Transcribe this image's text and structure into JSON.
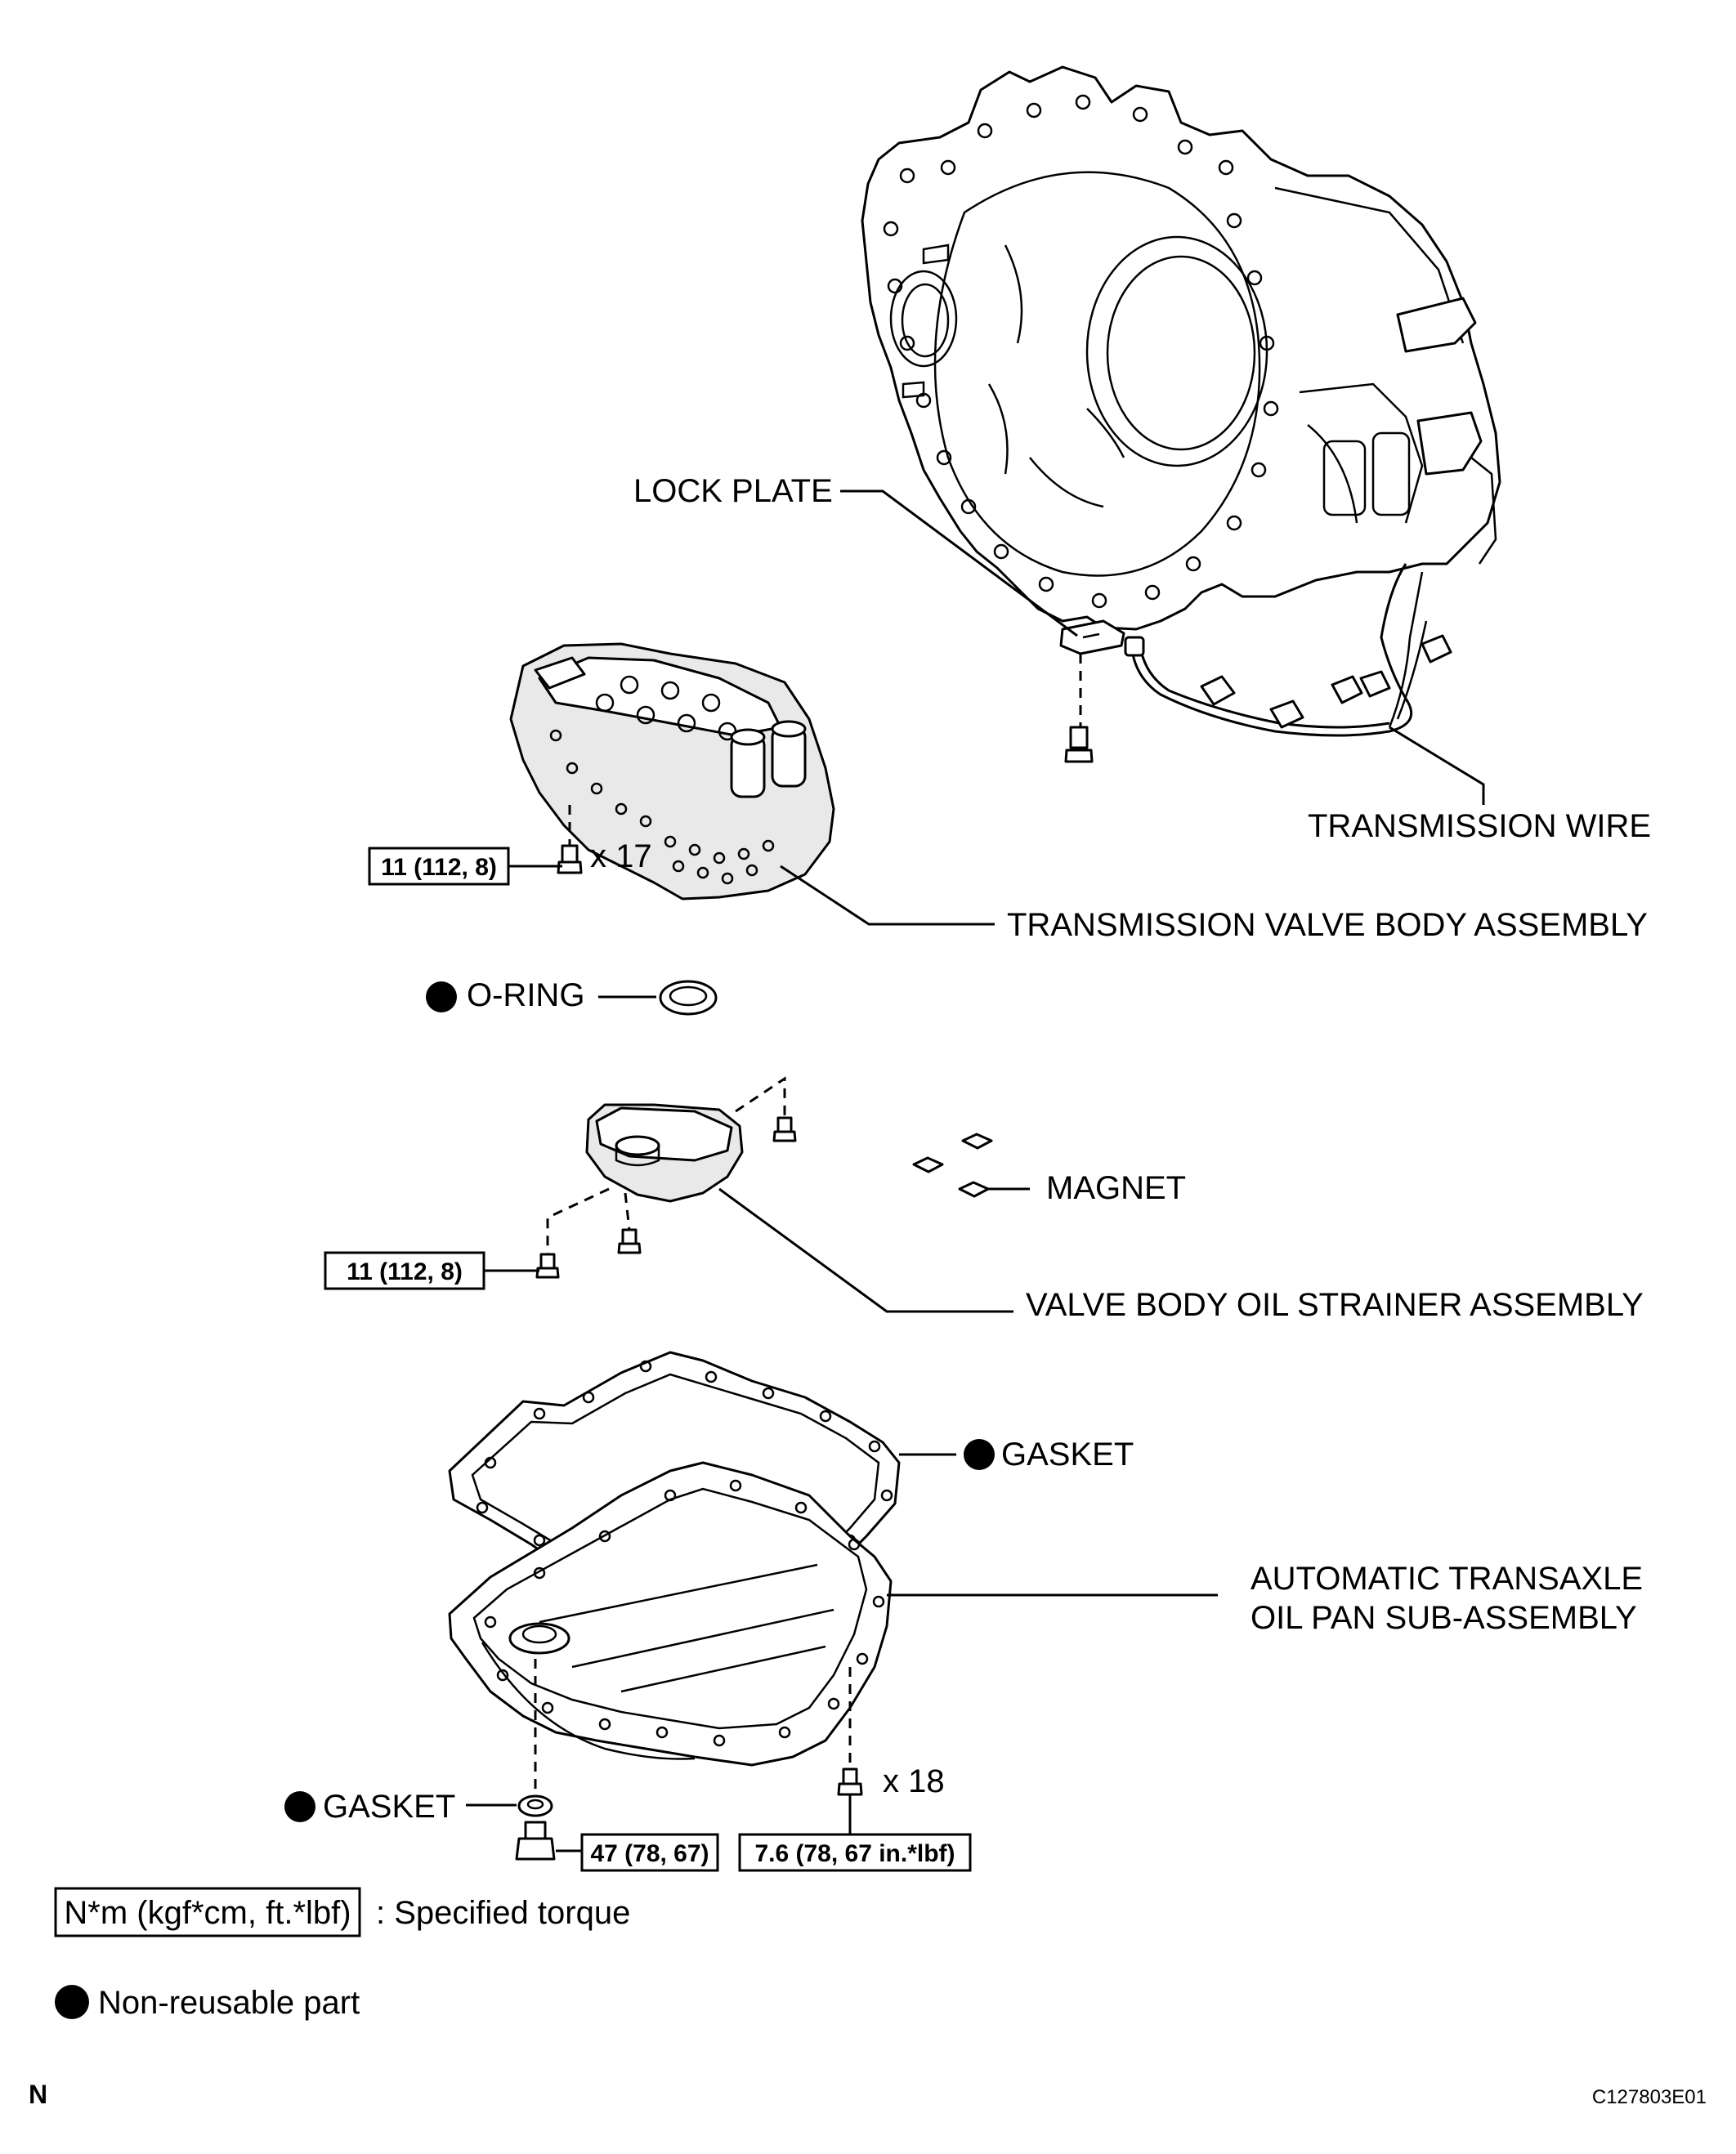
{
  "labels": {
    "lock_plate": "LOCK PLATE",
    "transmission_wire": "TRANSMISSION WIRE",
    "valve_body": "TRANSMISSION VALVE BODY ASSEMBLY",
    "o_ring": "O-RING",
    "magnet": "MAGNET",
    "oil_strainer": "VALVE BODY OIL STRAINER ASSEMBLY",
    "gasket_pan": "GASKET",
    "oil_pan_line1": "AUTOMATIC TRANSAXLE",
    "oil_pan_line2": "OIL PAN SUB-ASSEMBLY",
    "gasket_drain": "GASKET"
  },
  "torques": {
    "valve_body_bolts": "11 (112, 8)",
    "strainer_bolts": "11 (112, 8)",
    "drain_plug": "47 (78, 67)",
    "pan_bolts": "7.6 (78, 67 in.*lbf)"
  },
  "quantities": {
    "valve_body_bolts": "x 17",
    "pan_bolts": "x 18"
  },
  "legend": {
    "torque_box": "N*m (kgf*cm, ft.*lbf)",
    "torque_text": ": Specified torque",
    "non_reusable": "Non-reusable part"
  },
  "footer": {
    "left": "N",
    "right": "C127803E01"
  }
}
